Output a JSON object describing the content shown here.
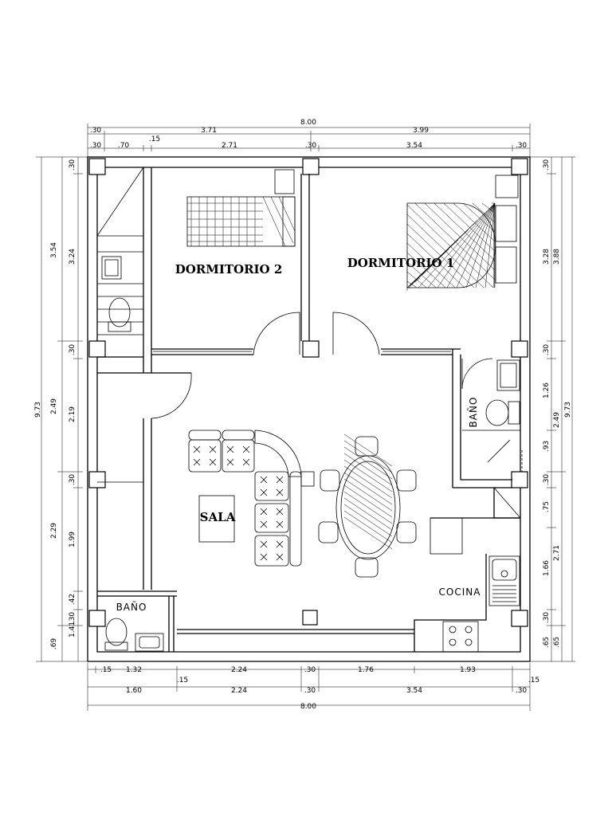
{
  "rooms": {
    "dormitorio2": "DORMITORIO 2",
    "dormitorio1": "DORMITORIO 1",
    "sala": "SALA",
    "bano_right": "BAÑO",
    "bano_left": "BAÑO",
    "cocina": "COCINA"
  },
  "dims": {
    "top_total": "8.00",
    "top_mid_a": ".30",
    "top_mid_b": "3.71",
    "top_mid_c": "3.99",
    "top_in_a": ".30",
    "top_in_b": ".70",
    "top_in_c": ".15",
    "top_in_d": "2.71",
    "top_in_e": ".30",
    "top_in_f": "3.54",
    "top_in_g": ".30",
    "left_out_a": "3.54",
    "left_out_b": "2.49",
    "left_out_c": "2.29",
    "left_out_d": ".69",
    "left_total": "9.73",
    "left_in_a": ".30",
    "left_in_b": "3.24",
    "left_in_c": ".30",
    "left_in_d": "2.19",
    "left_in_e": ".30",
    "left_in_f": "1.99",
    "left_in_g": ".42",
    "left_in_h": ".30",
    "left_in_i": "1.41",
    "right_in_a": ".30",
    "right_in_b": "3.28",
    "right_in_c": ".30",
    "right_in_d": "1.26",
    "right_in_e": ".93",
    "right_in_f": ".30",
    "right_in_g": ".75",
    "right_in_h": "1.66",
    "right_in_i": ".30",
    "right_in_j": ".65",
    "right_out_a": "3.88",
    "right_out_b": "2.49",
    "right_out_c": "2.71",
    "right_out_d": ".65",
    "right_total": "9.73",
    "bot_in_a": ".15",
    "bot_in_b": "1.32",
    "bot_in_c": "2.24",
    "bot_in_d": ".30",
    "bot_in_e": "1.76",
    "bot_in_f": "1.93",
    "bot_in_g": ".15",
    "bot_mid_a": "1.60",
    "bot_mid_b": "2.24",
    "bot_mid_c": ".30",
    "bot_mid_d": "3.54",
    "bot_mid_e": ".30",
    "bot_mid_f": ".15",
    "bot_total": "8.00"
  }
}
